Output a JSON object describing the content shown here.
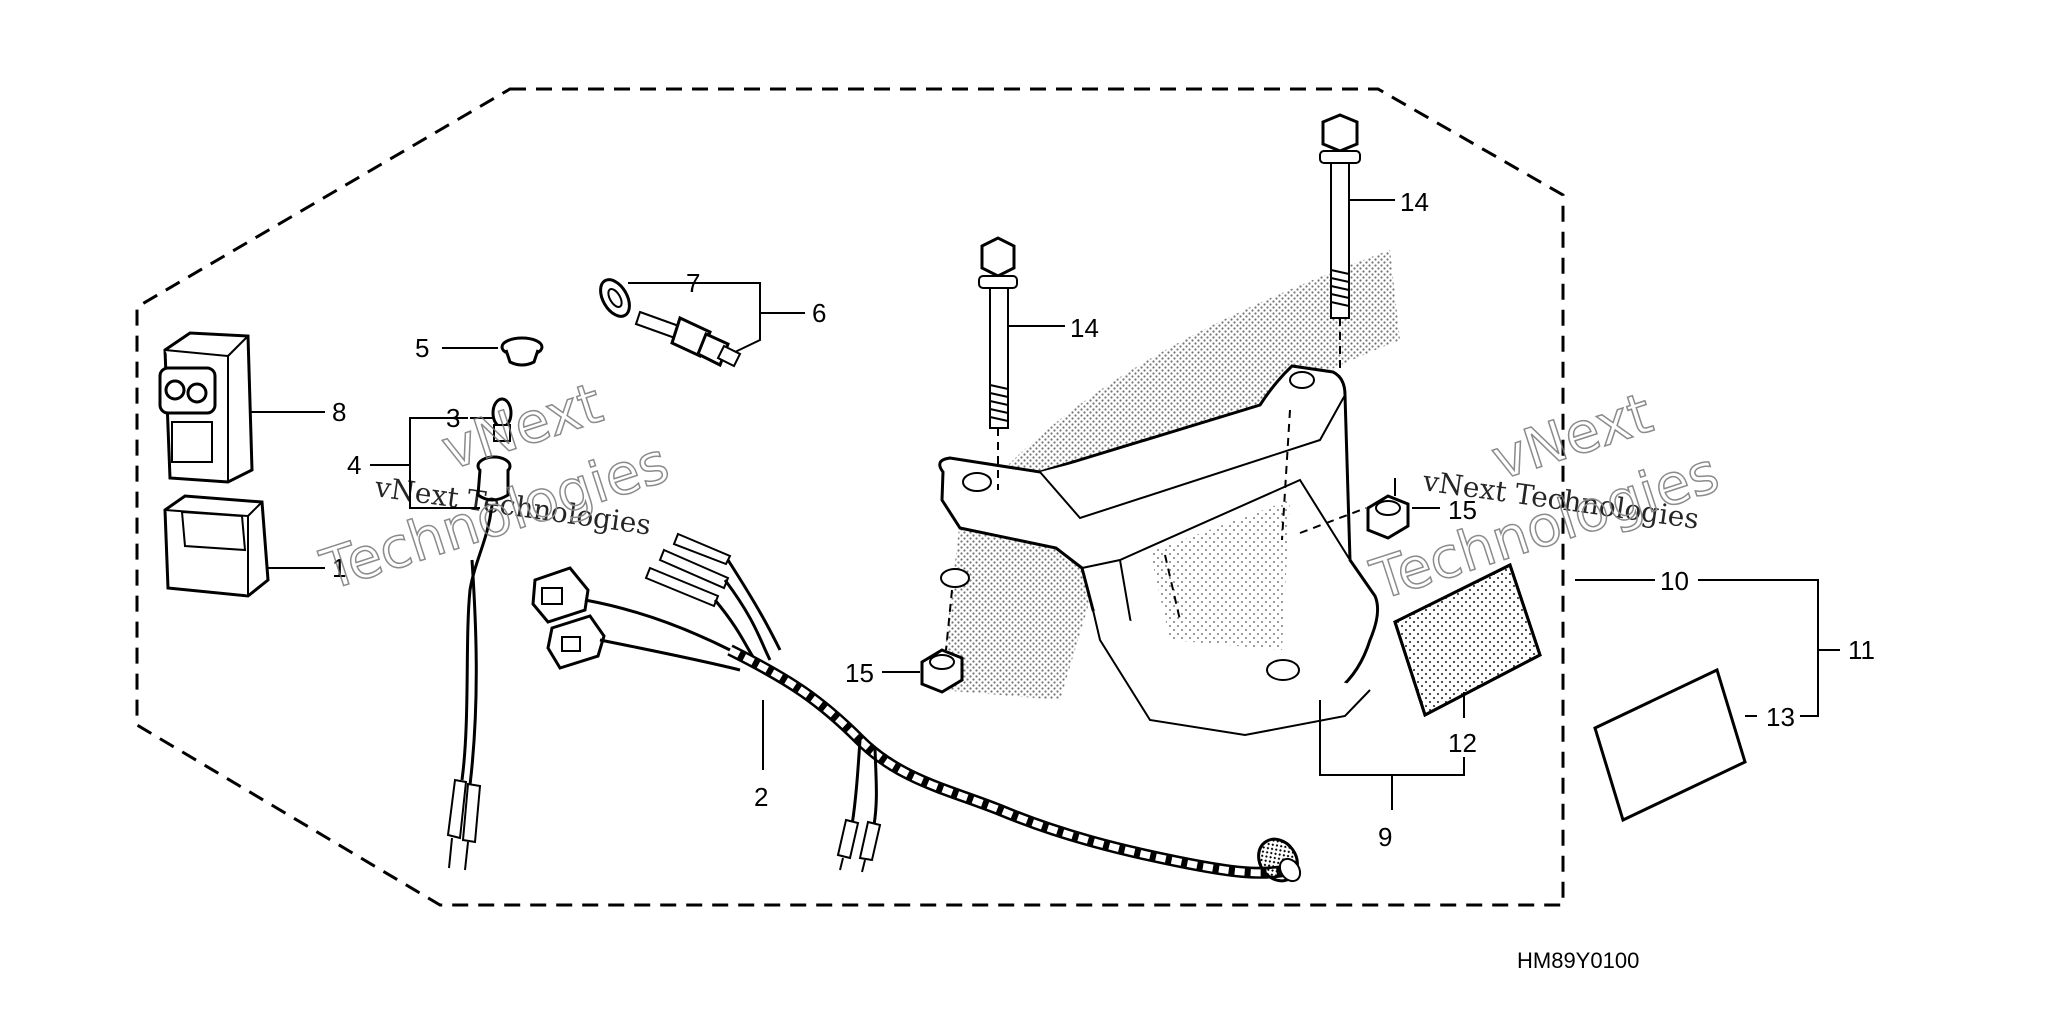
{
  "diagram": {
    "drawing_code": "HM89Y0100",
    "watermarks": [
      "vNext",
      "vNext Technologies",
      "Technologies"
    ],
    "callouts": {
      "c1": "1",
      "c2": "2",
      "c3": "3",
      "c4": "4",
      "c5": "5",
      "c6": "6",
      "c7": "7",
      "c8": "8",
      "c9": "9",
      "c10": "10",
      "c11": "11",
      "c12": "12",
      "c13": "13",
      "c14a": "14",
      "c14b": "14",
      "c15a": "15",
      "c15b": "15"
    }
  }
}
